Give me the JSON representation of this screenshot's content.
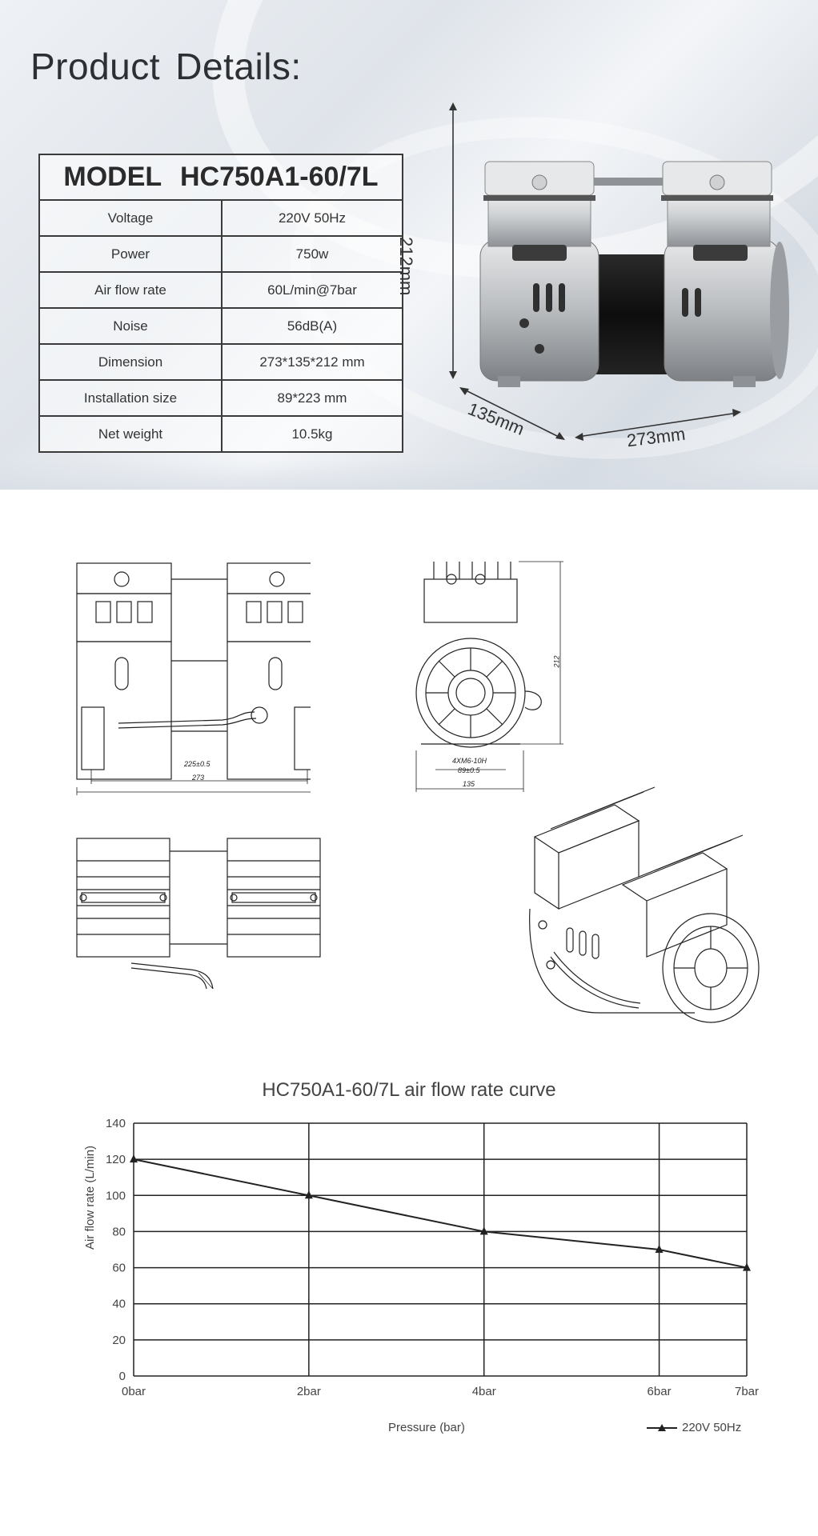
{
  "page": {
    "title": "Product Details:"
  },
  "spec_table": {
    "header": "MODEL HC750A1-60/7L",
    "rows": [
      {
        "label": "Voltage",
        "value": "220V 50Hz"
      },
      {
        "label": "Power",
        "value": "750w"
      },
      {
        "label": "Air flow rate",
        "value": "60L/min@7bar"
      },
      {
        "label": "Noise",
        "value": "56dB(A)"
      },
      {
        "label": "Dimension",
        "value": "273*135*212 mm"
      },
      {
        "label": "Installation size",
        "value": "89*223 mm"
      },
      {
        "label": "Net weight",
        "value": "10.5kg"
      }
    ]
  },
  "product_dims": {
    "height": "212mm",
    "depth": "135mm",
    "width": "273mm"
  },
  "drawings": {
    "front": {
      "inner": "225±0.5",
      "outer": "273"
    },
    "side": {
      "height": "212",
      "thread": "4XM6-10H",
      "mount": "89±0.5",
      "depth": "135"
    }
  },
  "chart_data": {
    "type": "line",
    "title": "HC750A1-60/7L air flow rate curve",
    "xlabel": "Pressure (bar)",
    "ylabel": "Air flow rate (L/min)",
    "categories": [
      "0bar",
      "2bar",
      "4bar",
      "6bar",
      "7bar"
    ],
    "series": [
      {
        "name": "220V 50Hz",
        "values": [
          120,
          100,
          80,
          70,
          60
        ]
      }
    ],
    "yticks": [
      "0",
      "20",
      "40",
      "60",
      "80",
      "100",
      "120",
      "140"
    ],
    "ylim": [
      0,
      140
    ],
    "grid": true,
    "legend": "bottom-right",
    "marker": "triangle",
    "line_color": "#222222"
  }
}
